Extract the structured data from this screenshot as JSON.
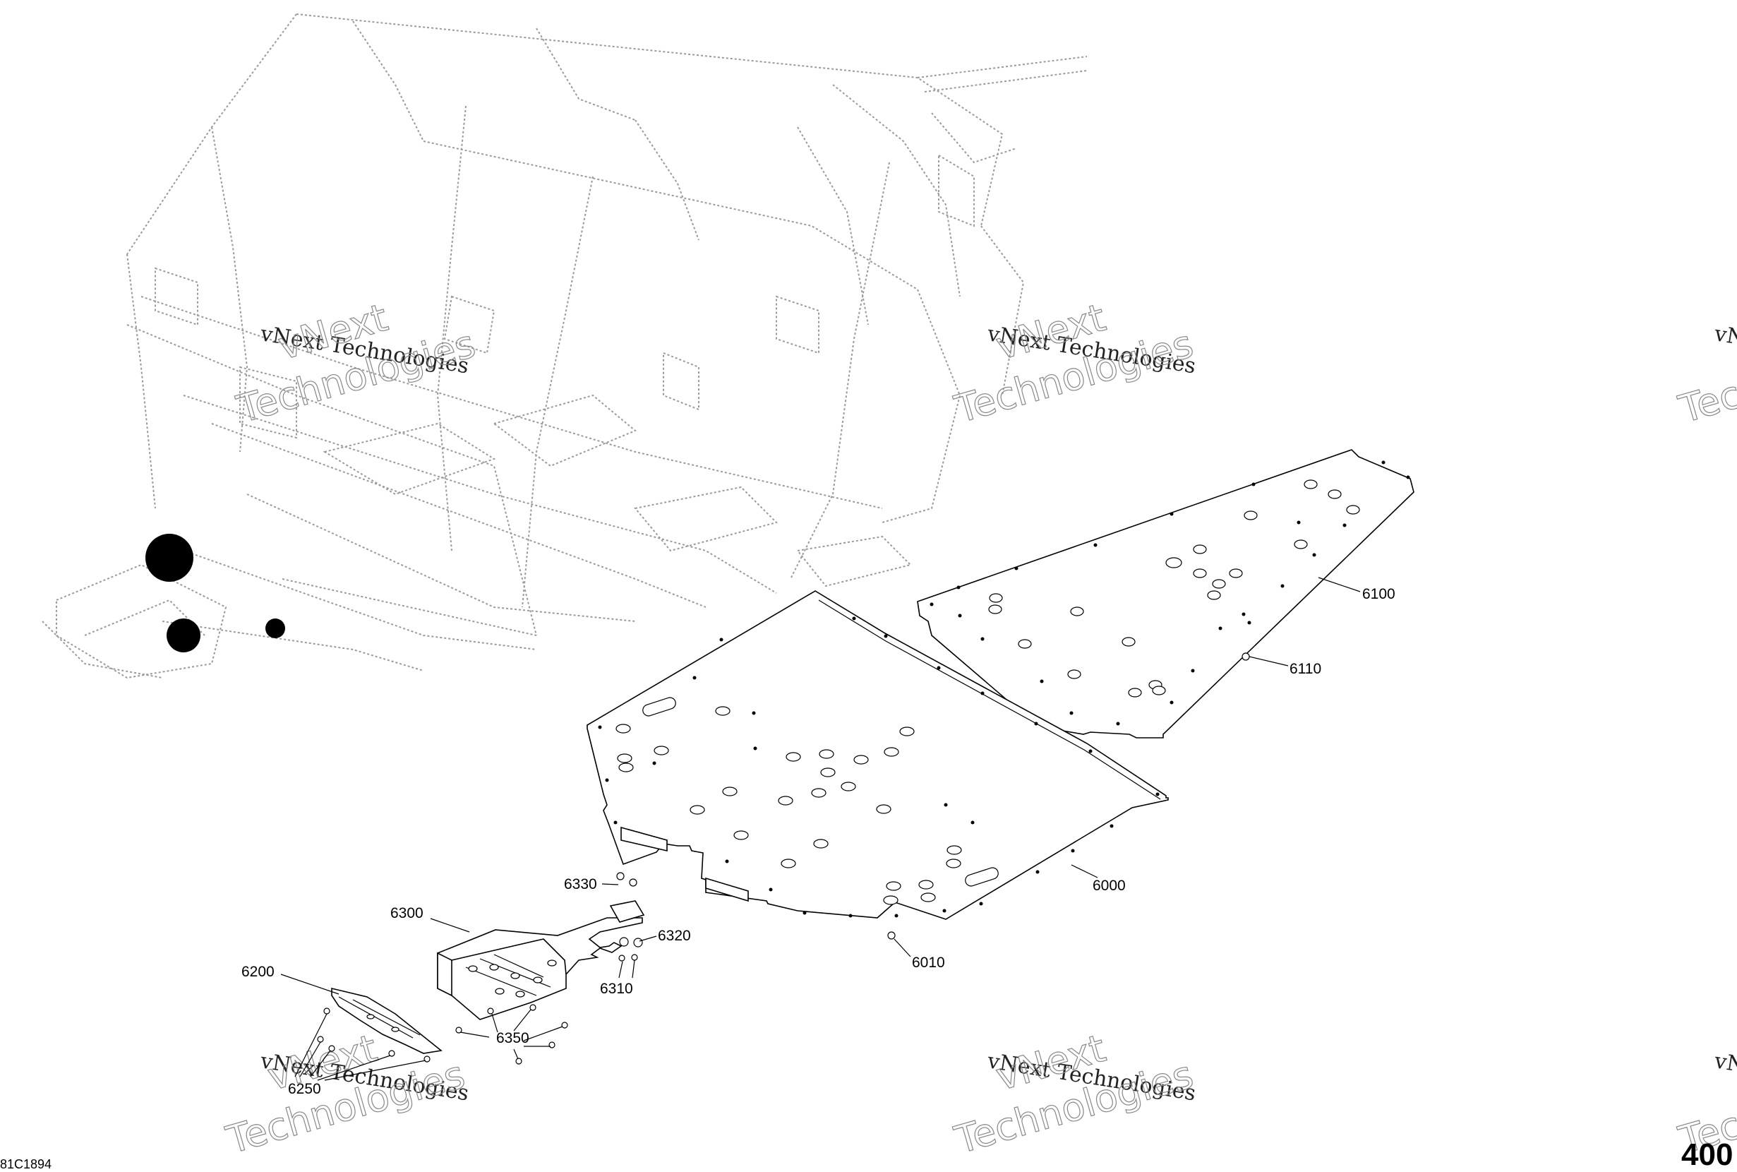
{
  "drawing_code": "81C1894",
  "page_number": "400",
  "watermark": {
    "line_text": "vNext Technologies",
    "big_word_1": "vNext",
    "big_word_2": "Technologies"
  },
  "callouts": {
    "c6000": "6000",
    "c6010": "6010",
    "c6100": "6100",
    "c6110": "6110",
    "c6200": "6200",
    "c6250": "6250",
    "c6300": "6300",
    "c6310": "6310",
    "c6320": "6320",
    "c6330": "6330",
    "c6350": "6350"
  }
}
